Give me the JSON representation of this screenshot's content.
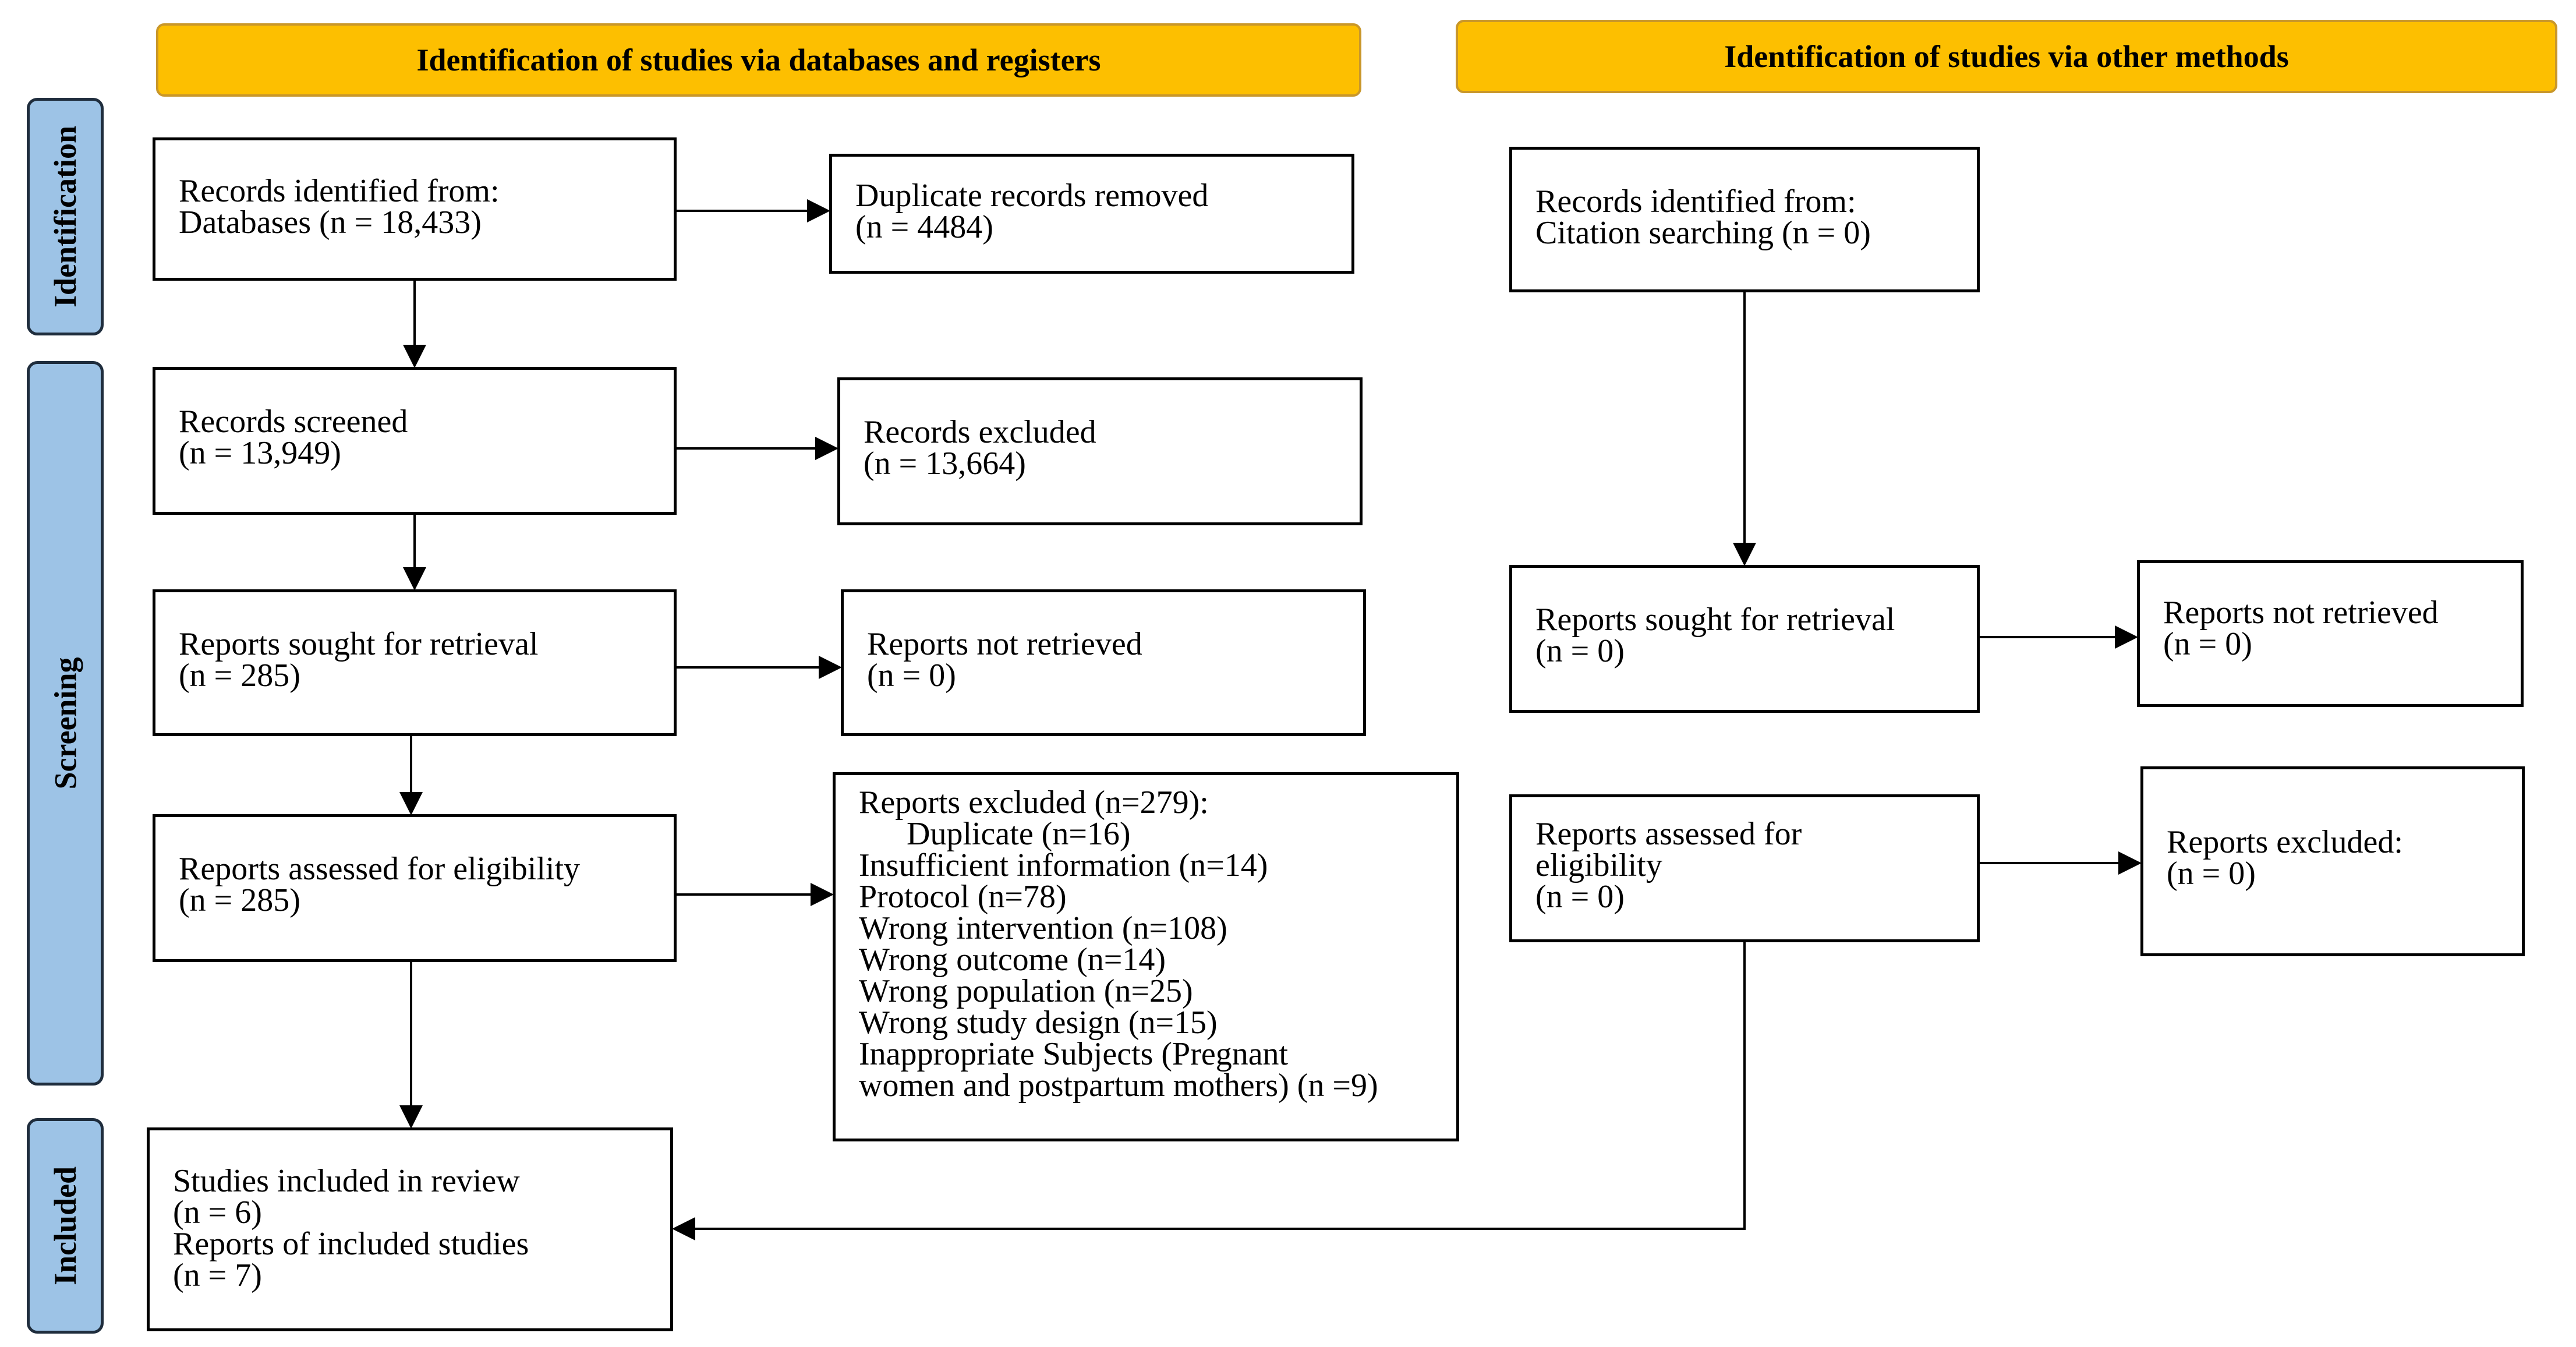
{
  "headers": {
    "databases": "Identification of studies via databases and registers",
    "other": "Identification of studies via other methods"
  },
  "phases": {
    "identification": "Identification",
    "screening": "Screening",
    "included": "Included"
  },
  "left": {
    "records_identified": [
      "Records identified from:",
      "Databases (n = 18,433)"
    ],
    "duplicates_removed": [
      "Duplicate records removed",
      "(n = 4484)"
    ],
    "records_screened": [
      "Records screened",
      "(n = 13,949)"
    ],
    "records_excluded": [
      "Records excluded",
      "(n = 13,664)"
    ],
    "reports_sought": [
      "Reports sought for retrieval",
      "(n = 285)"
    ],
    "reports_not_retrieved": [
      "Reports not retrieved",
      "(n = 0)"
    ],
    "reports_assessed": [
      "Reports assessed for eligibility",
      "(n = 285)"
    ],
    "reports_excluded": {
      "title": "Reports excluded (n=279):",
      "items": [
        "Duplicate (n=16)",
        "Insufficient information (n=14)",
        "Protocol (n=78)",
        "Wrong intervention (n=108)",
        "Wrong outcome (n=14)",
        "Wrong population (n=25)",
        "Wrong study design (n=15)",
        "Inappropriate Subjects (Pregnant",
        "women and postpartum mothers) (n =9)"
      ]
    },
    "studies_included": [
      "Studies included in review",
      "(n = 6)",
      "Reports of included studies",
      "(n = 7)"
    ]
  },
  "right": {
    "records_identified": [
      "Records identified from:",
      "Citation searching (n = 0)"
    ],
    "reports_sought": [
      "Reports sought for retrieval",
      "(n = 0)"
    ],
    "reports_not_retrieved": [
      "Reports not retrieved",
      "(n = 0)"
    ],
    "reports_assessed": [
      "Reports assessed for",
      "eligibility",
      "(n = 0)"
    ],
    "reports_excluded": [
      "Reports excluded:",
      "(n = 0)"
    ]
  }
}
